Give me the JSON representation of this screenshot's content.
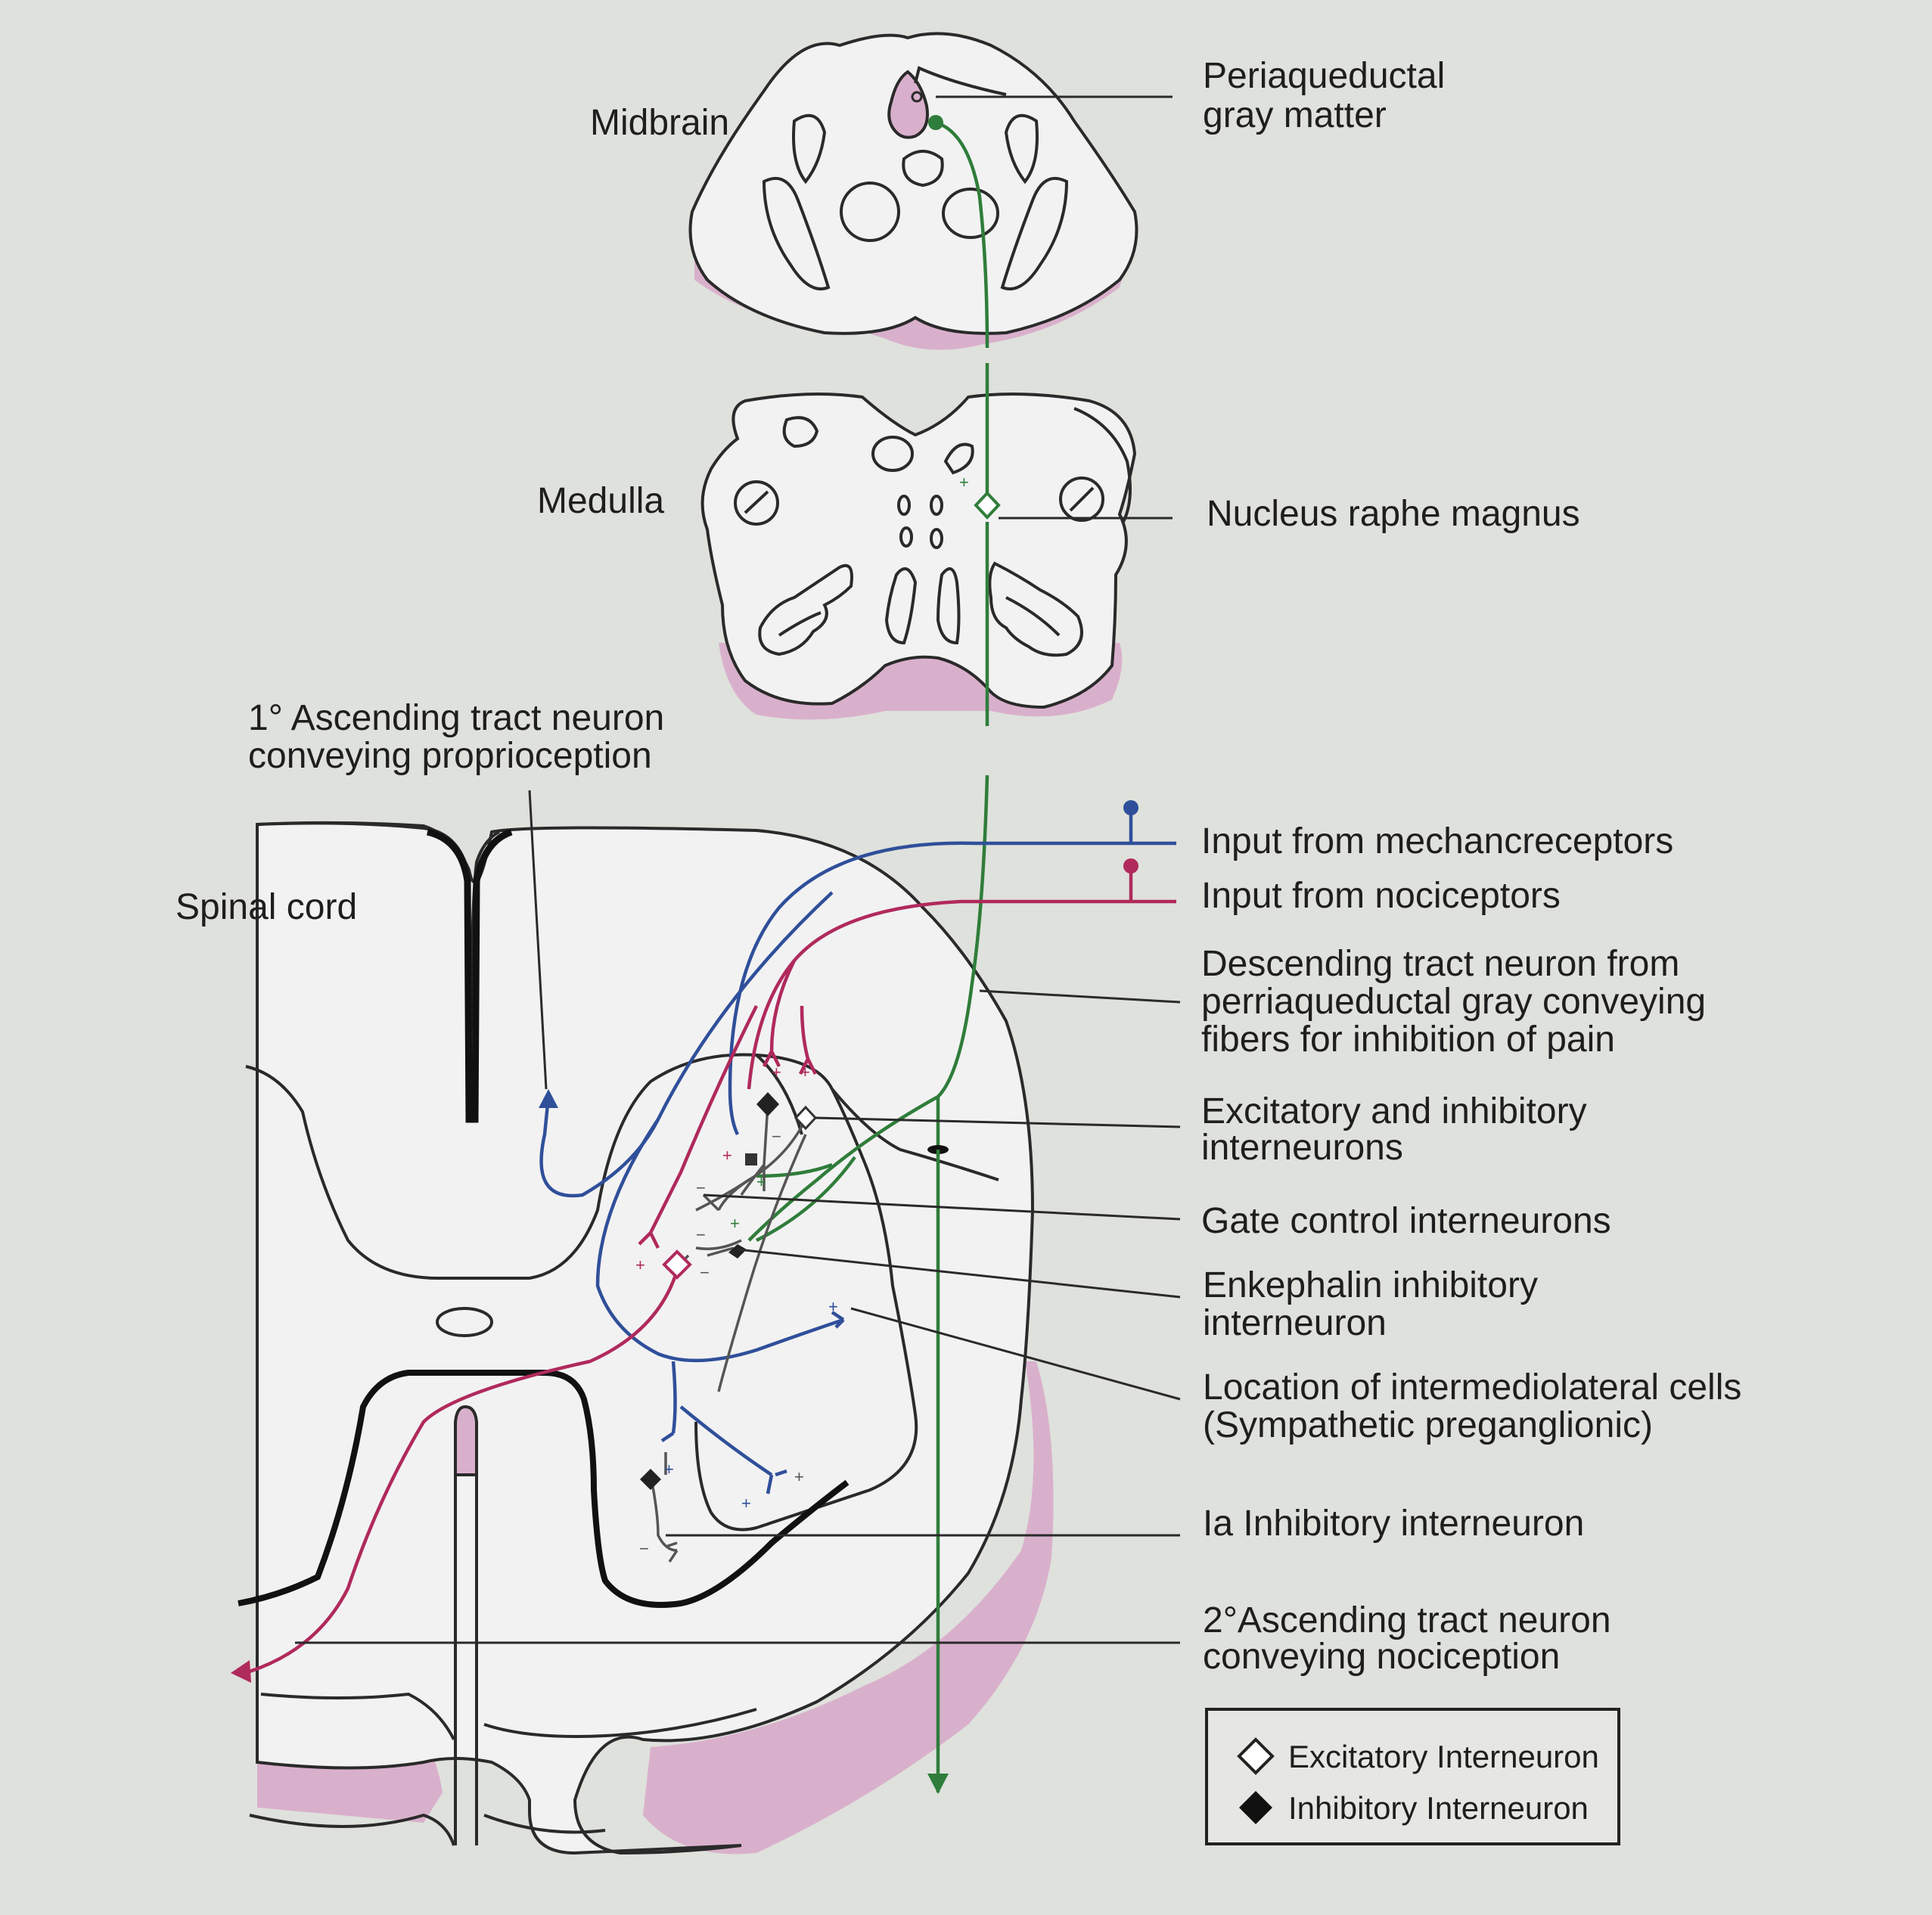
{
  "labels": {
    "midbrain": "Midbrain",
    "medulla": "Medulla",
    "spinal_cord": "Spinal cord",
    "periaqueductal_1": "Periaqueductal",
    "periaqueductal_2": "gray matter",
    "raphe": "Nucleus raphe magnus",
    "ascending1_1": "1° Ascending tract neuron",
    "ascending1_2": "conveying proprioception",
    "mechano": "Input from mechancreceptors",
    "noci": "Input from nociceptors",
    "descending_1": "Descending tract neuron from",
    "descending_2": "perriaqueductal gray conveying",
    "descending_3": "fibers for inhibition of pain",
    "exc_inh_1": "Excitatory and inhibitory",
    "exc_inh_2": "interneurons",
    "gate": "Gate control interneurons",
    "enk_1": "Enkephalin inhibitory",
    "enk_2": "interneuron",
    "iml_1": "Location of intermediolateral cells",
    "iml_2": "(Sympathetic preganglionic)",
    "ia": "Ia Inhibitory interneuron",
    "ascending2_1": "2°Ascending tract neuron",
    "ascending2_2": "conveying nociception"
  },
  "legend": {
    "excitatory": "Excitatory Interneuron",
    "inhibitory": "Inhibitory Interneuron"
  },
  "colors": {
    "mechanoreceptor_pathway": "#2f4f9a",
    "nociceptor_pathway": "#b02a5c",
    "descending_pathway": "#2f7d3a",
    "background": "#dfe1dc",
    "shading": "#d9b0cc"
  }
}
